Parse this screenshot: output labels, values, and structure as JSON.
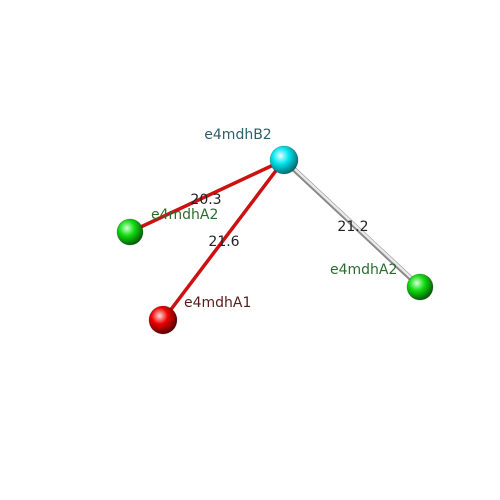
{
  "nodes": [
    {
      "id": "b2",
      "label": "e4mdhB2",
      "kind": "cyan",
      "label_color": "#2f5f6a"
    },
    {
      "id": "a2l",
      "label": "e4mdhA2",
      "kind": "green",
      "label_color": "#2e6b2e"
    },
    {
      "id": "a1",
      "label": "e4mdhA1",
      "kind": "red",
      "label_color": "#5a1a1a"
    },
    {
      "id": "a2r",
      "label": "e4mdhA2",
      "kind": "green",
      "label_color": "#2e6b2e"
    }
  ],
  "edges": [
    {
      "from": "b2",
      "to": "a2l",
      "label": "20.3",
      "color": "#cc1111"
    },
    {
      "from": "b2",
      "to": "a1",
      "label": "21.6",
      "color": "#cc1111"
    },
    {
      "from": "b2",
      "to": "a2r",
      "label": "21.2",
      "color": "#bbbbbb"
    }
  ],
  "colors": {
    "cyan": "#00e5ee",
    "green": "#11dd11",
    "red": "#ee0000"
  }
}
